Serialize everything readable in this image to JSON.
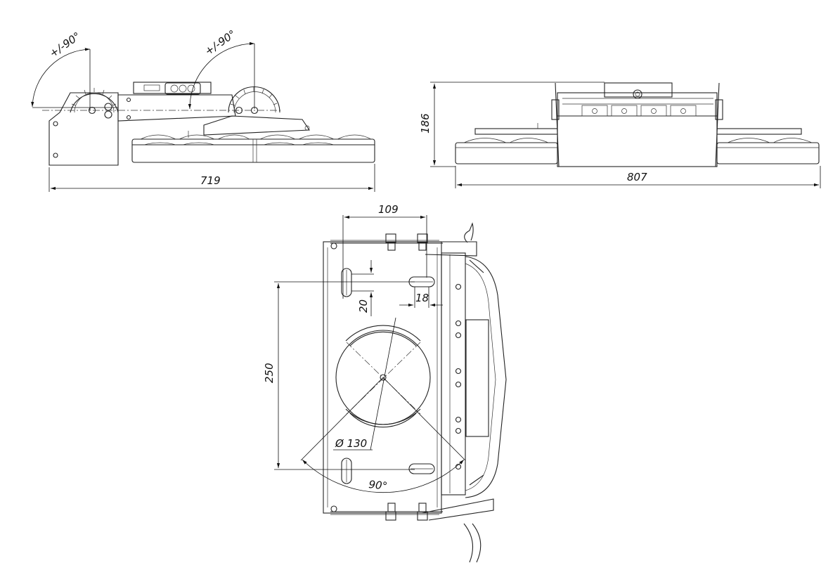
{
  "dimensions": {
    "side_width": "719",
    "front_width": "807",
    "front_height": "186",
    "mount_width": "109",
    "slot_width": "20",
    "slot_offset": "18",
    "mount_height": "250",
    "circle_diameter": "Ø 130",
    "rotation_angle": "90°",
    "tilt_left": "+/-90°",
    "tilt_right": "+/-90°"
  }
}
